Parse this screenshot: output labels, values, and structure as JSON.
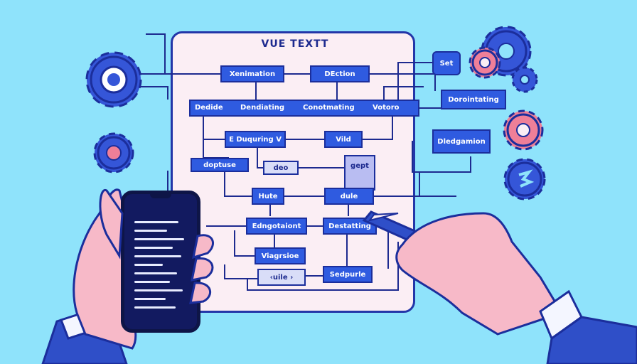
{
  "diagram": {
    "title": "VUE TEXTT",
    "nodes": {
      "xenimation": "Xenimation",
      "dection": "DEction",
      "dedide": "Dedide",
      "dendiating": "Dendiating",
      "conotmating": "Conotmating",
      "votoro": "Votoro",
      "e_duquring": "E Duquring V",
      "vild": "Vild",
      "doptuse": "doptuse",
      "deo": "deo",
      "gept": "gept",
      "hute": "Hute",
      "dule": "dule",
      "edngotaiont": "Edngotaiont",
      "destatting": "Destatting",
      "viagrsioe": "Viagrsioe",
      "uile": "‹uile ›",
      "sedpurle": "Sedpurle",
      "set": "Set",
      "dorointating": "Dorointating",
      "dledgamion": "Dledgamion"
    }
  },
  "colors": {
    "background": "#8fe3fb",
    "node": "#2f5be0",
    "outline": "#1b2e9c",
    "paper": "#fbeef4",
    "gear_blue": "#3556d8",
    "gear_pink": "#ef7f98",
    "skin": "#f7b9c8",
    "sleeve": "#2f4fc8"
  }
}
